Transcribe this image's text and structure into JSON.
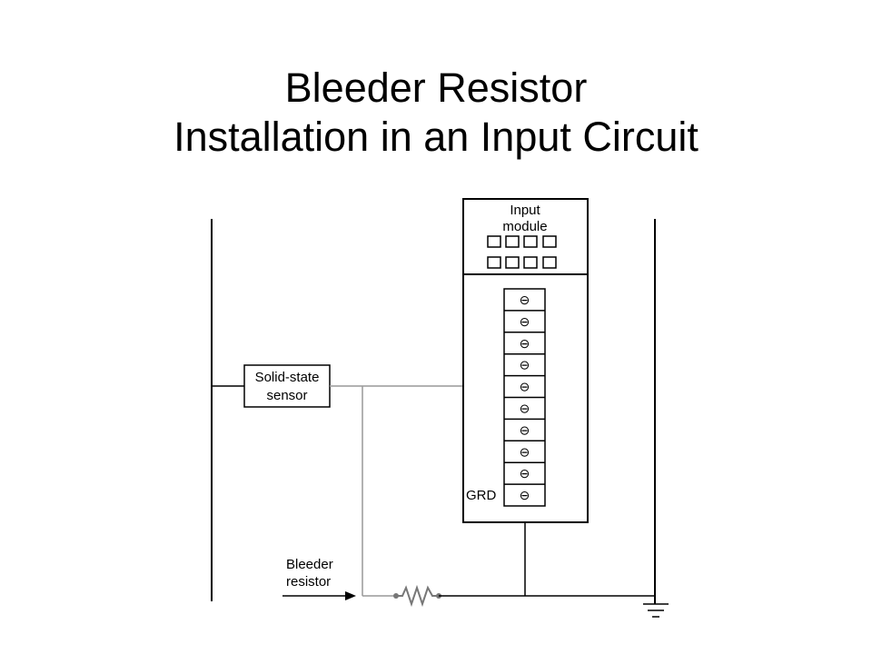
{
  "title": {
    "line1": "Bleeder Resistor",
    "line2": "Installation in an Input Circuit"
  },
  "diagram": {
    "module_label_line1": "Input",
    "module_label_line2": "module",
    "terminal_symbol": "⊖",
    "terminal_count": 10,
    "ground_terminal_label": "GRD",
    "sensor_label_line1": "Solid-state",
    "sensor_label_line2": "sensor",
    "resistor_label_line1": "Bleeder",
    "resistor_label_line2": "resistor",
    "colors": {
      "wiring": "#000000",
      "signal_wiring": "#999999"
    }
  }
}
